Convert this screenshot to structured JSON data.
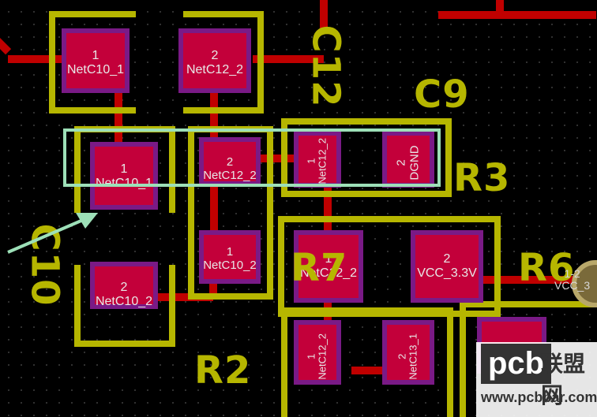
{
  "colors": {
    "background": "#000000",
    "track": "#c00000",
    "silkscreen": "#b6b600",
    "pad": "#c3003a",
    "pad_border": "#7a1a86",
    "highlight": "#9de0b8",
    "annotation_arrow": "#9de0b8"
  },
  "designators": {
    "c12": "C12",
    "c9": "C9",
    "r3": "R3",
    "r7": "R7",
    "r6": "R6",
    "c10": "C10",
    "r2": "R2"
  },
  "pads": {
    "c12_1": {
      "num": "1",
      "net": "NetC10_1"
    },
    "c12_2": {
      "num": "2",
      "net": "NetC12_2"
    },
    "c10_1": {
      "num": "1",
      "net": "NetC10_1"
    },
    "c10_2": {
      "num": "2",
      "net": "NetC10_2"
    },
    "r2_2": {
      "num": "2",
      "net": "NetC12_2"
    },
    "r2_1": {
      "num": "1",
      "net": "NetC10_2"
    },
    "c9_1": {
      "num": "1",
      "net": "NetC12_2"
    },
    "c9_2": {
      "num": "2",
      "net": "DGND"
    },
    "r7_1": {
      "num": "1",
      "net": "NetC12_2"
    },
    "r7_2": {
      "num": "2",
      "net": "VCC_3.3V"
    },
    "r3_1": {
      "num": "1",
      "net": "NetC12_2"
    },
    "r3_2": {
      "num": "2",
      "net": "NetC13_1"
    }
  },
  "via": {
    "label_line1": "1-2",
    "label_line2": "VCC_3"
  },
  "watermark": {
    "logo": "pcb",
    "name": "联盟网",
    "url": "www.pcbbar.com"
  }
}
